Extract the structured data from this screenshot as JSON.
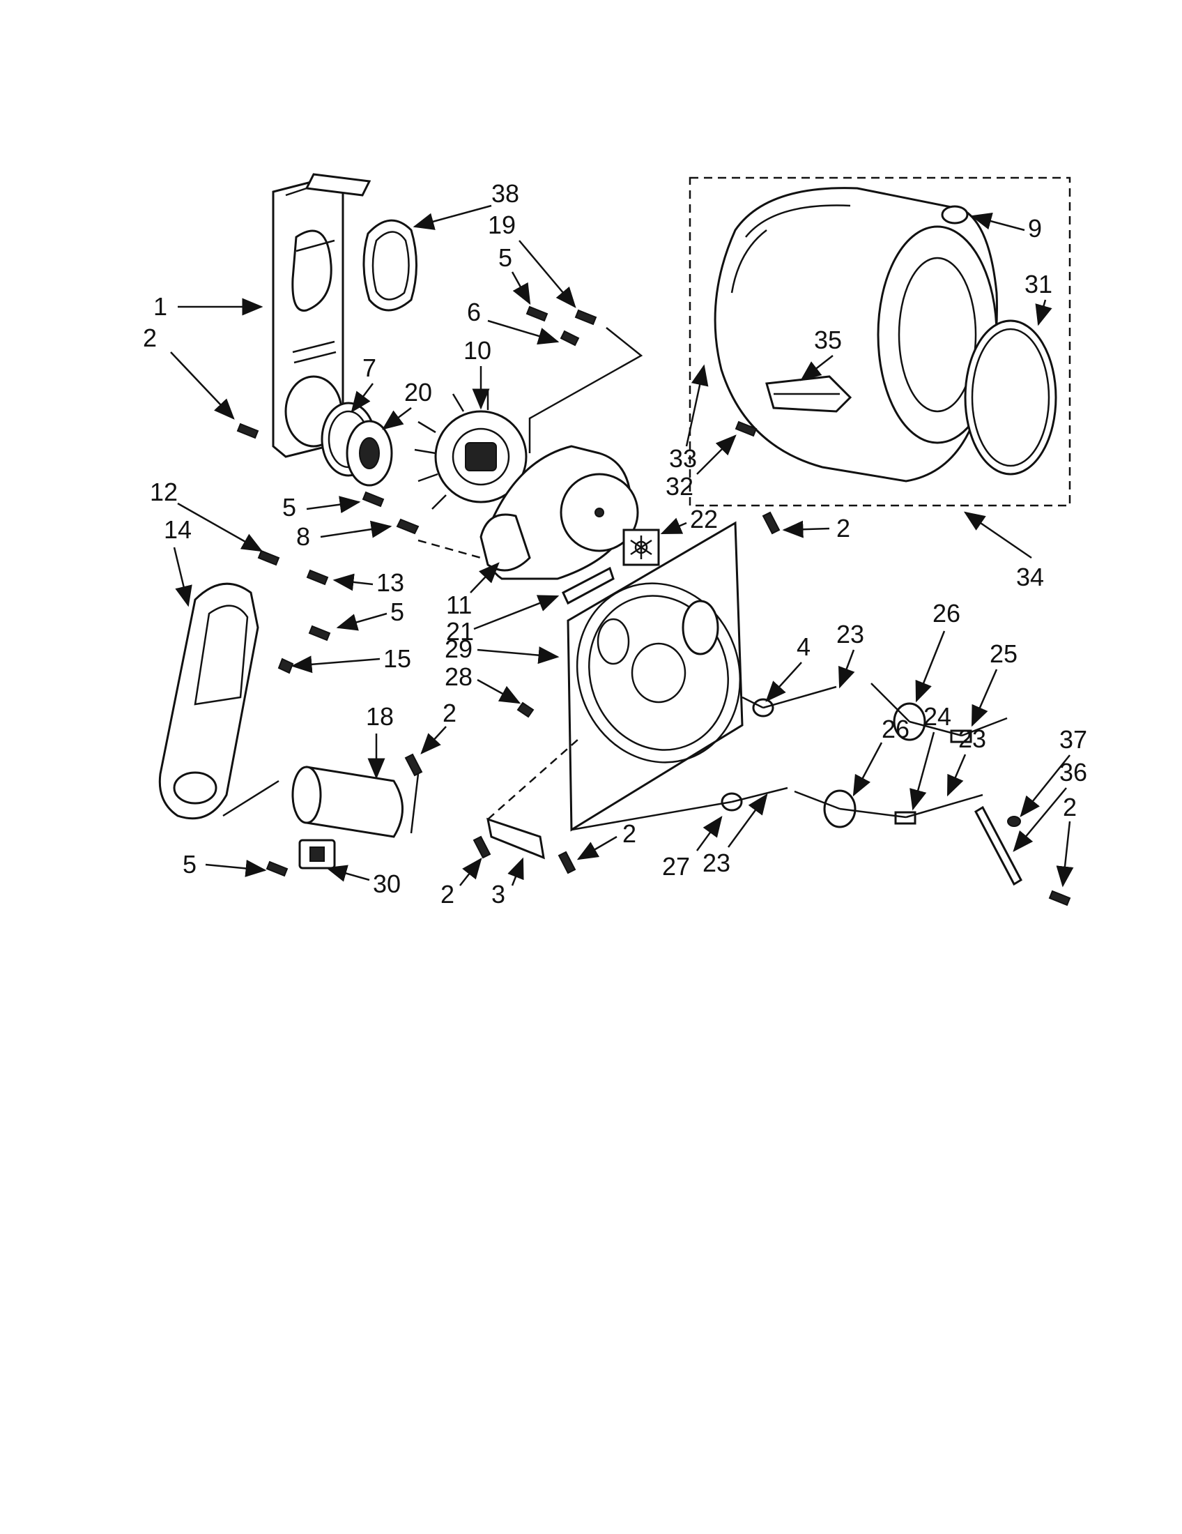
{
  "labels": {
    "p1": "1",
    "p2": "2",
    "p3": "3",
    "p4": "4",
    "p5": "5",
    "p6": "6",
    "p7": "7",
    "p8": "8",
    "p9": "9",
    "p10": "10",
    "p11": "11",
    "p12": "12",
    "p13": "13",
    "p14": "14",
    "p15": "15",
    "p18": "18",
    "p19": "19",
    "p20": "20",
    "p21": "21",
    "p22": "22",
    "p23": "23",
    "p24": "24",
    "p25": "25",
    "p26": "26",
    "p27": "27",
    "p28": "28",
    "p29": "29",
    "p30": "30",
    "p31": "31",
    "p32": "32",
    "p33": "33",
    "p34": "34",
    "p35": "35",
    "p36": "36",
    "p37": "37",
    "p38": "38"
  },
  "colors": {
    "line": "#111111",
    "background": "#ffffff"
  }
}
